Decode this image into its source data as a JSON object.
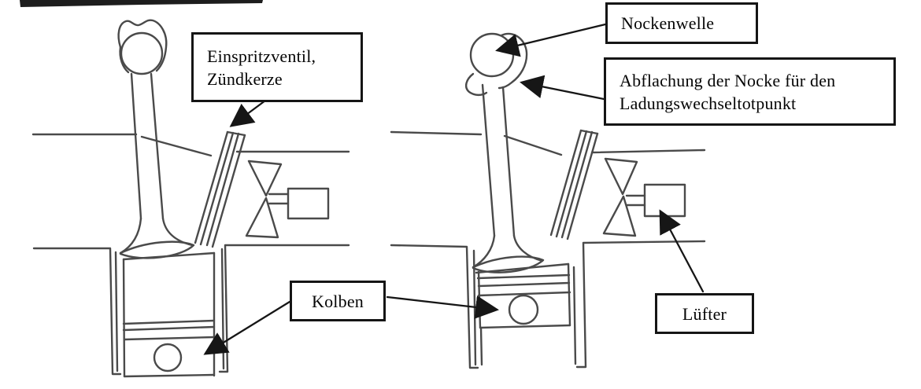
{
  "labels": {
    "einspritzventil": {
      "line1": "Einspritzventil,",
      "line2": "Zündkerze"
    },
    "nockenwelle": {
      "text": "Nockenwelle"
    },
    "abflachung": {
      "line1": "Abflachung der Nocke für den",
      "line2": "Ladungswechseltotpunkt"
    },
    "kolben": {
      "text": "Kolben"
    },
    "luefter": {
      "text": "Lüfter"
    }
  },
  "colors": {
    "background": "#ffffff",
    "sketch_line": "#4a4a4a",
    "annotation_line": "#161616",
    "label_border": "#151515",
    "text": "#050505"
  }
}
